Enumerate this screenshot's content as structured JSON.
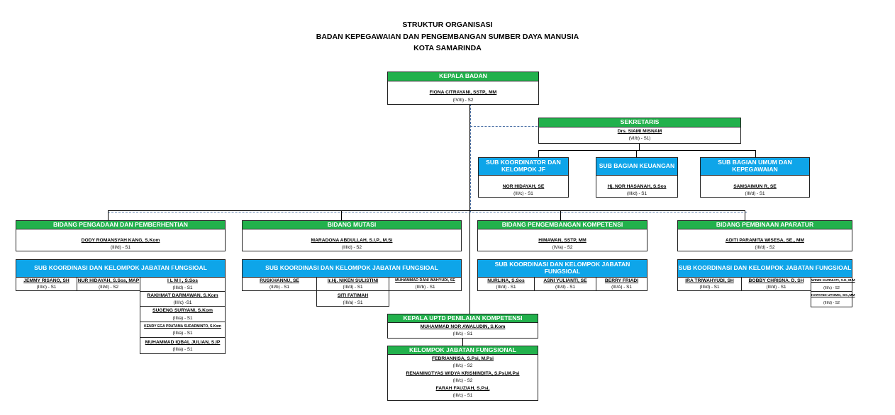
{
  "title": {
    "line1": "STRUKTUR ORGANISASI",
    "line2": "BADAN KEPEGAWAIAN DAN PENGEMBANGAN SUMBER DAYA MANUSIA",
    "line3": "KOTA SAMARINDA"
  },
  "colors": {
    "green_header": "#22b14c",
    "blue_header": "#0ea5e9",
    "connector_dashed": "#4a6fa5"
  },
  "kepala": {
    "title": "KEPALA BADAN",
    "name": "FIONA CITRAYANI, SSTP., MM",
    "grade": "(IV/b) - S2"
  },
  "sekretaris": {
    "title": "SEKRETARIS",
    "name": "Drs. SIAMI MISNAM",
    "grade": "(VI/b) - S1)"
  },
  "sub_sekretariat": [
    {
      "title": "SUB KOORDINATOR DAN KELOMPOK JF",
      "name": "NOR HIDAYAH, SE",
      "grade": "(III/c) - S1"
    },
    {
      "title": "SUB BAGIAN KEUANGAN",
      "name": "Hj. NOR HASANAH, S.Sos",
      "grade": "(III/d) - S1"
    },
    {
      "title": "SUB BAGIAN UMUM DAN KEPEGAWAIAN",
      "name": "SAMSAIMUN R, SE",
      "grade": "(III/d) - S1"
    }
  ],
  "bidang": [
    {
      "title": "BIDANG PENGADAAN DAN PEMBERHENTIAN",
      "name": "DODY ROMANSYAH KANG, S.Kom",
      "grade": "(III/d) - S1",
      "sub_title": "SUB KOORDINASI DAN KELOMPOK JABATAN FUNGSIOAL",
      "staff": [
        {
          "name": "JEMMY RISANO, SH",
          "grade": "(III/c) - S1"
        },
        {
          "name": "NUR HIDAYAH, S.Sos, MAP",
          "grade": "(III/d) - S2"
        },
        {
          "name": "I L M I , S.Sos",
          "grade": "(III/d) - S1"
        },
        {
          "name": "RAKHMAT DARMAWAN, S.Kom",
          "grade": "(III/c) -S1"
        },
        {
          "name": "SUGENG SURYANI, S.Kom",
          "grade": "(III/a) - S1"
        },
        {
          "name": "KENDY EGA PRATAMA SUDARMINTO, S.Kom",
          "grade": "(III/a) - S1"
        },
        {
          "name": "MUHAMMAD IQBAL JULIAN, S.IP",
          "grade": "(III/a) - S1"
        }
      ]
    },
    {
      "title": "BIDANG MUTASI",
      "name": "MARADONA ABDULLAH, S.I.P., M.Si",
      "grade": "(III/d) - S2",
      "sub_title": "SUB KOORDINASI DAN KELOMPOK JABATAN FUNGSIOAL",
      "staff": [
        {
          "name": "RUSKHANNU, SE",
          "grade": "(III/b) - S1"
        },
        {
          "name": "Ir.Hj. NIKEN SULISTINI",
          "grade": "(III/d) - S1"
        },
        {
          "name": "MUHAMMAD DANI WAHYUDI, SE",
          "grade": "(III/b) - S1"
        },
        {
          "name": "SITI FATIMAH",
          "grade": "(III/a) - S1"
        }
      ]
    },
    {
      "title": "BIDANG PENGEMBANGAN KOMPETENSI",
      "name": "HIMAWAN, SSTP, MM",
      "grade": "(IV/a) - S2",
      "sub_title": "SUB KOORDINASI DAN KELOMPOK JABATAN FUNGSIOAL",
      "staff": [
        {
          "name": "NURLINA, S.Sos",
          "grade": "(III/d) - S1"
        },
        {
          "name": "ASNI YULIANTI, SE",
          "grade": "(III/d) - S1"
        },
        {
          "name": "BERRY FRIADI",
          "grade": "(III/A) - S1"
        }
      ]
    },
    {
      "title": "BIDANG PEMBINAAN APARATUR",
      "name": "ADITI PARAMITA WISESA, SE., MM",
      "grade": "(III/d) - S2",
      "sub_title": "SUB KOORDINASI DAN KELOMPOK JABATAN FUNGSIOAL",
      "staff": [
        {
          "name": "IRA TRIWAHYUDI, SH",
          "grade": "(III/d) - S1"
        },
        {
          "name": "BOBBY CHRISNA. D. SH",
          "grade": "(III/d) - S1"
        },
        {
          "name": "WINDI KURNIATI, S.E, M.M",
          "grade": "(III/c) - S2"
        },
        {
          "name": "HARYADI UTOMO, SH.,MM",
          "grade": "(III/d) - S2"
        }
      ]
    }
  ],
  "uptd": {
    "title": "KEPALA UPTD PENILAIAN KOMPETENSI",
    "name": "MUHAMMAD NOR AWALUDIN, S.Kom",
    "grade": "(III/c) - S1"
  },
  "kelompok": {
    "title": "KELOMPOK JABATAN FUNGSIONAL",
    "members": [
      {
        "name": "FEBRIANNISA, S.Psi, M.Psi",
        "grade": "(III/c) - S2"
      },
      {
        "name": "RENANINGTYAS WIDYA KRISNINDITA, S.Psi,M.Psi",
        "grade": "(III/c) - S2"
      },
      {
        "name": "FARAH FAUZIAH, S.Psi,",
        "grade": "(III/c) - S1"
      }
    ]
  }
}
